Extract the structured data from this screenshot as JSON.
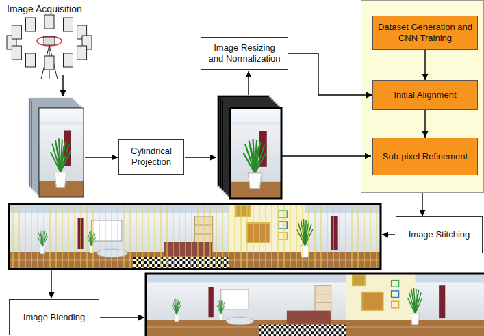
{
  "diagram": {
    "nodes": [
      {
        "text": [
          "Image Resizing and Normalization"
        ]
      },
      {
        "text": []
      },
      {
        "text": [
          "Dataset Generation and CNN Training"
        ],
        "in": 1
      },
      {
        "text": [
          "Initial Alignment"
        ],
        "in": 1
      },
      {
        "text": [
          "Sub-pixel Refinement"
        ],
        "in": 1
      },
      {
        "text": [
          "Cylindrical Projection"
        ]
      },
      {
        "text": [
          "Image Stitching"
        ]
      },
      {
        "text": [
          "Image Blending"
        ]
      }
    ],
    "edges": [
      {
        "from": 0,
        "to": 3,
        "arrow": "to"
      },
      {
        "from": 2,
        "to": 3,
        "arrow": "to"
      },
      {
        "from": 3,
        "to": 4,
        "arrow": "to"
      },
      {
        "from": 1,
        "to": 6,
        "arrow": "to"
      }
    ],
    "labels": [
      "Image Acquisition"
    ]
  }
}
